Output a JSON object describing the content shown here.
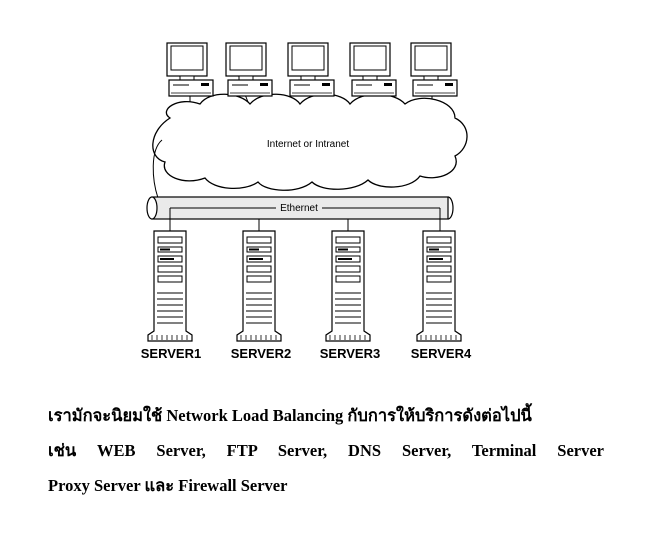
{
  "network": {
    "cloud_label": "Internet or Intranet",
    "bus_label": "Ethernet"
  },
  "servers": [
    {
      "label": "SERVER1"
    },
    {
      "label": "SERVER2"
    },
    {
      "label": "SERVER3"
    },
    {
      "label": "SERVER4"
    }
  ],
  "clients_count_note": "",
  "caption": {
    "line1": "เรามักจะนิยมใช้ Network Load Balancing กับการให้บริการดังต่อไปนี้",
    "line2": "เช่น WEB Server, FTP Server, DNS Server, Terminal Server",
    "line3": "Proxy Server และ Firewall Server"
  }
}
